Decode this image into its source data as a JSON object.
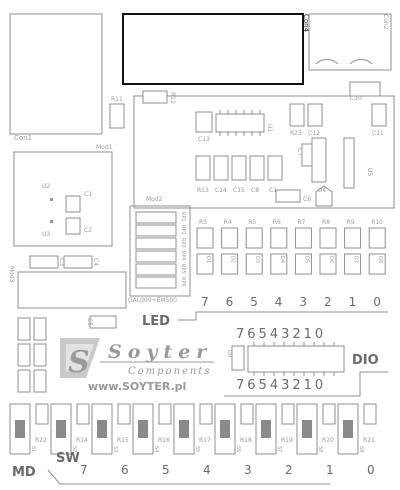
{
  "connectors": {
    "con4": "Con4",
    "con2": "Con2",
    "con1": "Con1"
  },
  "modules": {
    "mod1": "Mod1",
    "mod2": "Mod2",
    "mod3": "Mod3"
  },
  "mod2_ic": "GAL000+EM500",
  "components": {
    "r11": "R11",
    "r12": "R12",
    "c13": "C13",
    "u1": "U1",
    "r23": "R23",
    "c12": "C12",
    "c10": "C10",
    "c11": "C11",
    "c7": "C7",
    "u4": "U4",
    "u5": "U5",
    "c6": "C6",
    "u2": "U2",
    "u3": "U3",
    "c1": "C1",
    "c2": "C2",
    "c3": "C3",
    "c4": "C4",
    "c5": "C5",
    "c8": "C8",
    "c9": "C9",
    "c14": "C14",
    "r13": "R13",
    "c15": "C15",
    "rp1": "RP1",
    "rp2": "RP2",
    "rp3": "RP3",
    "rp4": "RP4",
    "rp5": "RP5",
    "rp6": "RP6",
    "d9": "D9",
    "dio_ic": "U6"
  },
  "led_resistors": [
    "R3",
    "R4",
    "R5",
    "R6",
    "R7",
    "R8",
    "R9",
    "R10"
  ],
  "led_designators": [
    "D1",
    "D2",
    "D3",
    "D4",
    "D5",
    "D6",
    "D7",
    "D8"
  ],
  "led_numbers": [
    "7",
    "6",
    "5",
    "4",
    "3",
    "2",
    "1",
    "0"
  ],
  "led_label": "LED",
  "dio_label": "DIO",
  "dio_bits": "76543210",
  "logo": {
    "brand": "Soyter",
    "sub": "Components",
    "url": "www.SOYTER.pl"
  },
  "switch_resistors": [
    "R22",
    "R14",
    "R15",
    "R16",
    "R17",
    "R18",
    "R19",
    "R20",
    "R21"
  ],
  "switch_designators": [
    "S1",
    "S2",
    "S3",
    "S4",
    "S5",
    "S6",
    "S7",
    "S8",
    "S9"
  ],
  "switch_numbers": [
    "7",
    "6",
    "5",
    "4",
    "3",
    "2",
    "1",
    "0"
  ],
  "md_label": "MD",
  "sw_label": "SW"
}
